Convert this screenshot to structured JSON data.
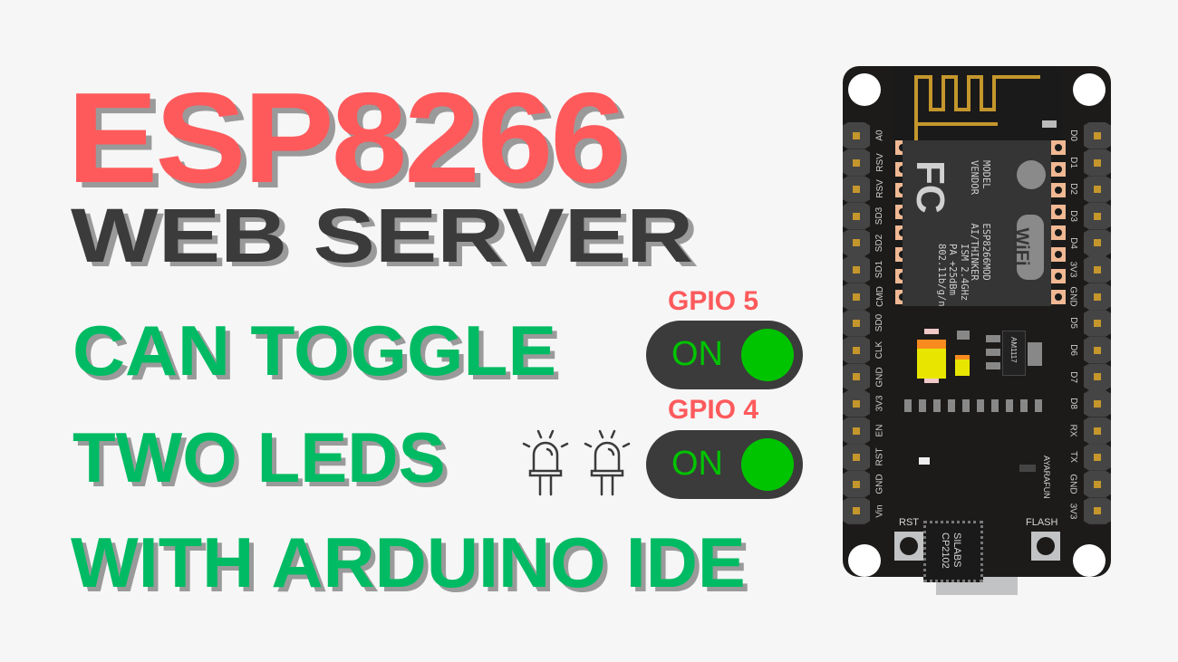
{
  "headline": {
    "line1": "ESP8266",
    "line2": "WEB SERVER",
    "line3": "CAN TOGGLE",
    "line4": "TWO LEDS",
    "line5": "WITH ARDUINO IDE"
  },
  "toggles": [
    {
      "label": "GPIO 5",
      "state": "ON"
    },
    {
      "label": "GPIO 4",
      "state": "ON"
    }
  ],
  "icons": {
    "led_count": 2,
    "led_icon": "led-icon"
  },
  "colors": {
    "background": "#f6f6f6",
    "title_red": "#fe5a5c",
    "title_dark": "#3b3b3b",
    "title_green": "#00bb63",
    "shadow": "#9a9a9a",
    "toggle_bg": "#3b3b3b",
    "toggle_on": "#00c400",
    "pcb": "#1d1b1a",
    "antenna_gold": "#c4962c",
    "pad_copper": "#f0b893"
  },
  "board": {
    "left_pins": [
      "A0",
      "RSV",
      "RSV",
      "SD3",
      "SD2",
      "SD1",
      "CMD",
      "SD0",
      "CLK",
      "GND",
      "3V3",
      "EN",
      "RST",
      "GND",
      "Vin"
    ],
    "right_pins": [
      "D0",
      "D1",
      "D2",
      "D3",
      "D4",
      "3V3",
      "GND",
      "D5",
      "D6",
      "D7",
      "D8",
      "RX",
      "TX",
      "GND",
      "3V3"
    ],
    "module_text": {
      "fcc": "FC",
      "lines": [
        "MODEL      ESP8266MOD",
        "VENDOR     AI/THINKER",
        "ISM 2.4GHz",
        "PA +25dBm",
        "802.11b/g/n"
      ],
      "wifi": "WiFi"
    },
    "regulator": "AM1117",
    "usb_chip": [
      "SILABS",
      "CP2102"
    ],
    "maker": "AYARAFUN",
    "buttons": {
      "rst": "RST",
      "flash": "FLASH"
    }
  }
}
